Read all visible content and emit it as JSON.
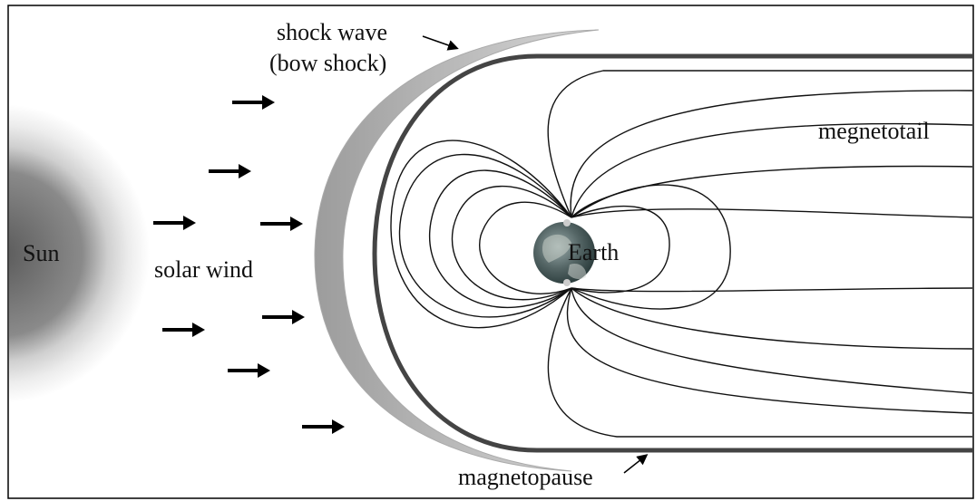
{
  "labels": {
    "sun": "Sun",
    "solar_wind": "solar wind",
    "shock_wave_line1": "shock wave",
    "shock_wave_line2": "(bow shock)",
    "earth": "Earth",
    "magnetotail": "megnetotail",
    "magnetopause": "magnetopause"
  },
  "colors": {
    "sun_core": "#555555",
    "sun_glow": "#e6e6e6",
    "bow_shock": "#b8b8b8",
    "magnetopause": "#444444",
    "field_lines": "#111111",
    "arrows": "#000000",
    "frame": "#000000"
  },
  "icons": {
    "solar_wind_arrow": "right-arrow-icon",
    "earth": "earth-globe-icon"
  }
}
